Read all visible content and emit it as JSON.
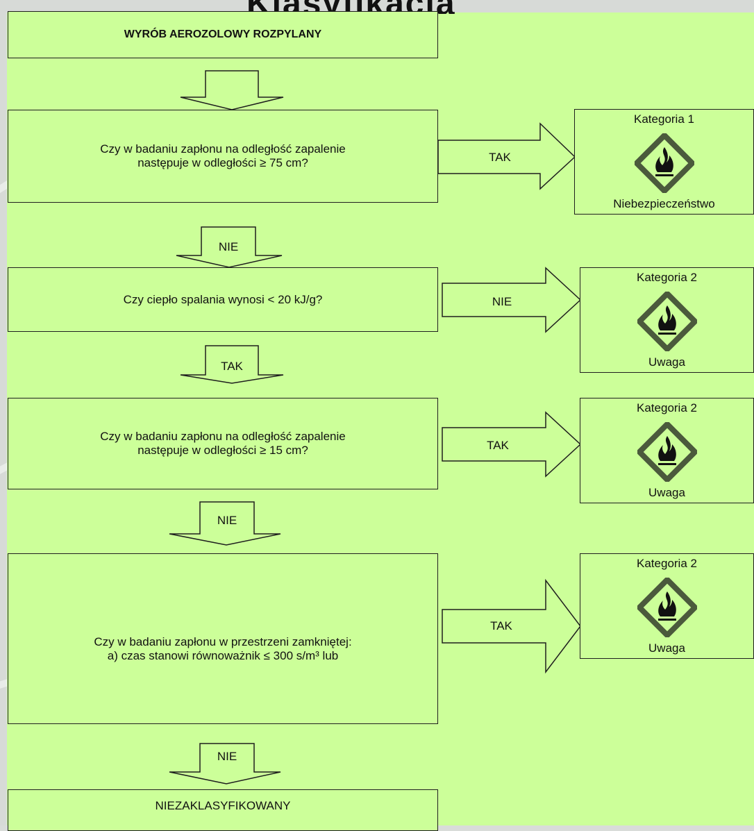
{
  "header": {
    "title": "Klasyfikacja"
  },
  "colors": {
    "panel": "#ccff99",
    "stroke": "#1e1e1e",
    "pictogram": "#4b5a3c"
  },
  "start": "WYRÓB AEROZOLOWY ROZPYLANY",
  "questions": [
    "Czy w badaniu zapłonu na odległość zapalenie\nnastępuje w odległości ≥ 75 cm?",
    "Czy ciepło spalania wynosi < 20 kJ/g?",
    "Czy w badaniu zapłonu na odległość zapalenie\nnastępuje w odległości ≥ 15 cm?",
    "Czy w badaniu zapłonu w przestrzeni zamkniętej:\na) czas stanowi równoważnik ≤ 300 s/m³ lub"
  ],
  "side_arrows": [
    "TAK",
    "NIE",
    "TAK",
    "TAK"
  ],
  "down_arrows": [
    "NIE",
    "TAK",
    "NIE",
    "NIE"
  ],
  "categories": [
    {
      "title": "Kategoria 1",
      "signal": "Niebezpieczeństwo",
      "icon": "flame-pictogram"
    },
    {
      "title": "Kategoria 2",
      "signal": "Uwaga",
      "icon": "flame-pictogram"
    },
    {
      "title": "Kategoria 2",
      "signal": "Uwaga",
      "icon": "flame-pictogram"
    },
    {
      "title": "Kategoria 2",
      "signal": "Uwaga",
      "icon": "flame-pictogram"
    }
  ],
  "end": "NIEZAKLASYFIKOWANY"
}
